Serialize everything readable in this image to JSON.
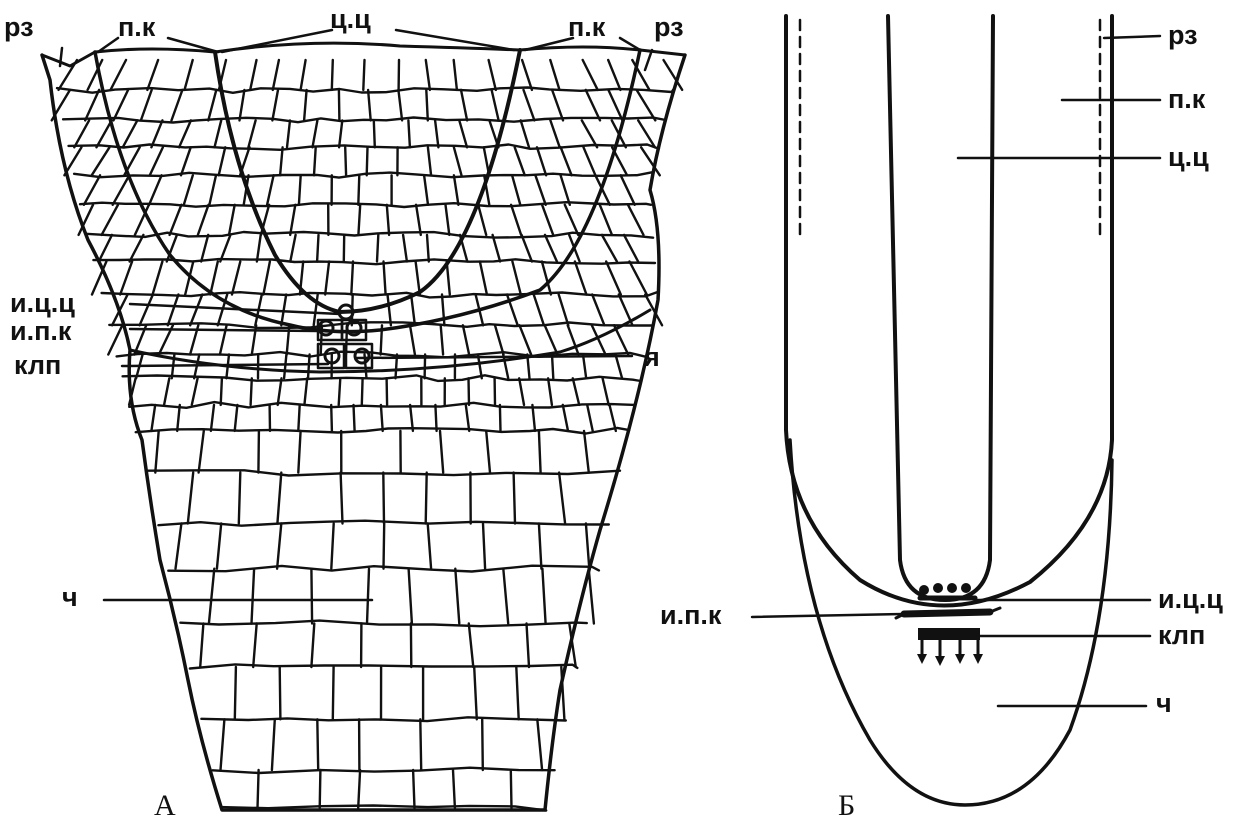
{
  "panel_a": {
    "caption": "А",
    "labels": {
      "rz_left": "рз",
      "pk_left": "п.к",
      "cc_top": "ц.ц",
      "pk_right": "п.к",
      "rz_right": "рз",
      "icc": "и.ц.ц",
      "ipk": "и.п.к",
      "klp": "клп",
      "ya": "я",
      "ch": "ч"
    }
  },
  "panel_b": {
    "caption": "Б",
    "labels": {
      "rz": "рз",
      "pk": "п.к",
      "cc": "ц.ц",
      "icc": "и.ц.ц",
      "ipk": "и.п.к",
      "klp": "клп",
      "ch": "ч"
    }
  }
}
